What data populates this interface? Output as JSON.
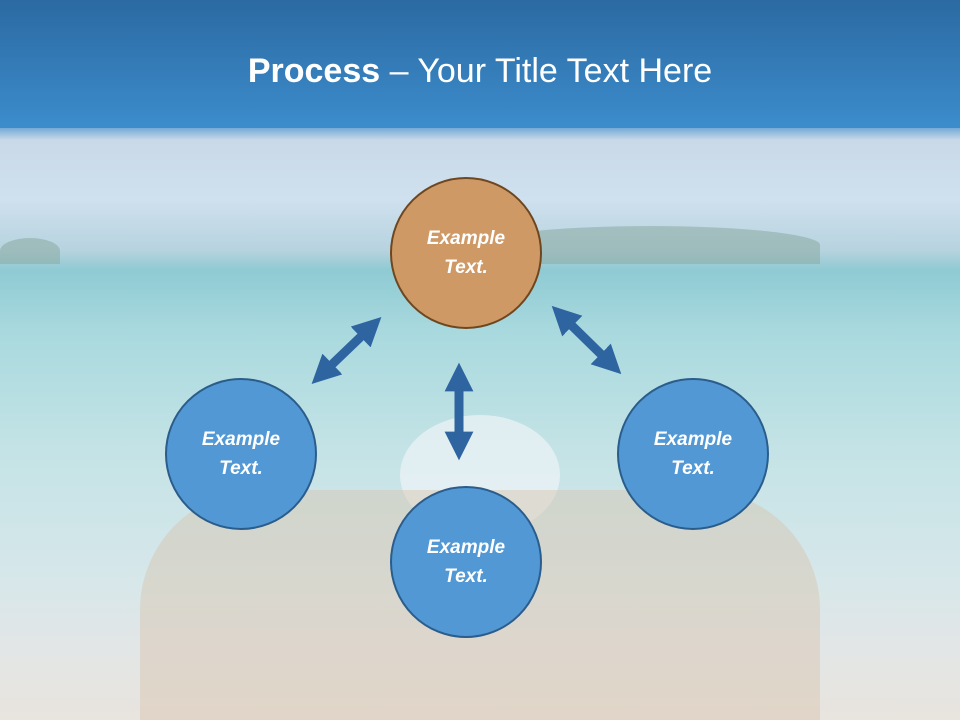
{
  "slide": {
    "title_bold": "Process",
    "title_rest": " – Your Title Text Here"
  },
  "nodes": [
    {
      "label_line1": "Example",
      "label_line2": "Text.",
      "color": "#cf9966"
    },
    {
      "label_line1": "Example",
      "label_line2": "Text.",
      "color": "#5298d4"
    },
    {
      "label_line1": "Example",
      "label_line2": "Text.",
      "color": "#5298d4"
    },
    {
      "label_line1": "Example",
      "label_line2": "Text.",
      "color": "#5298d4"
    }
  ],
  "colors": {
    "arrow": "#2e64a0",
    "header": "#2f76b6"
  }
}
